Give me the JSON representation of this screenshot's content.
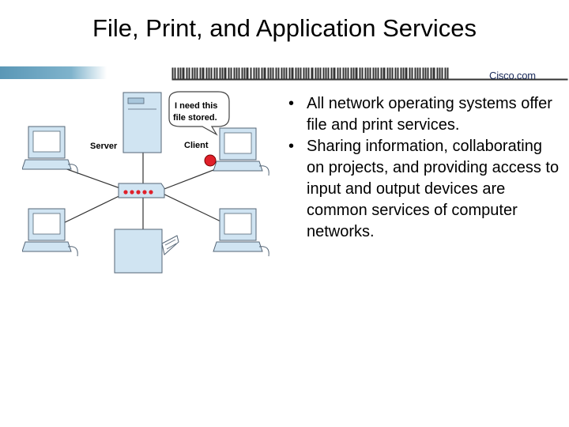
{
  "slide": {
    "title": "File, Print, and Application Services",
    "brand": "Cisco.com"
  },
  "diagram": {
    "server_label": "Server",
    "client_label": "Client",
    "callout_line1": "I need this",
    "callout_line2": "file stored."
  },
  "bullets": [
    {
      "marker": "•",
      "text": "All network operating systems offer file and print services."
    },
    {
      "marker": "•",
      "text": "Sharing information, collaborating on projects, and providing access to input and output devices are common services of computer networks."
    }
  ],
  "colors": {
    "device_fill": "#d0e4f2",
    "device_stroke": "#556677",
    "band": "#4f8aa8",
    "alert_dot": "#e0202a"
  }
}
